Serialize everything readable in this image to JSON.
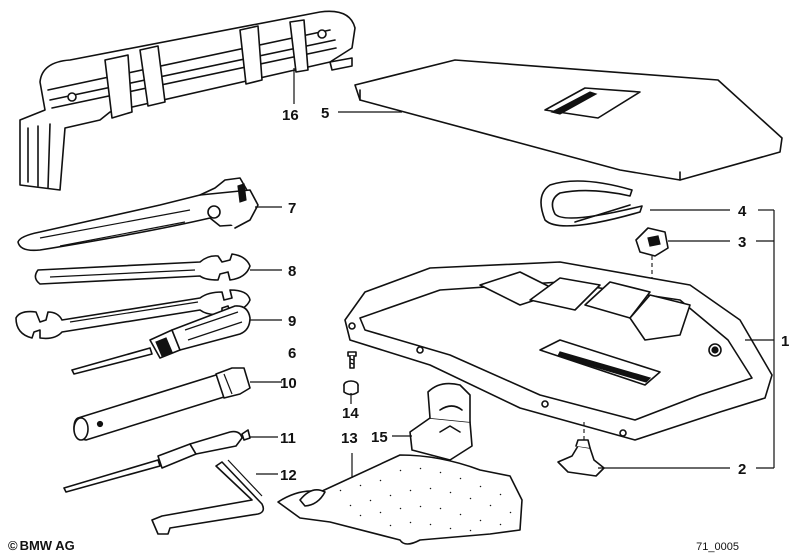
{
  "callouts": {
    "c1": "1",
    "c2": "2",
    "c3": "3",
    "c4": "4",
    "c5": "5",
    "c6": "6",
    "c7": "7",
    "c8": "8",
    "c9": "9",
    "c10": "10",
    "c11": "11",
    "c12": "12",
    "c13": "13",
    "c14": "14",
    "c15": "15",
    "c16": "16"
  },
  "footer": {
    "copyright_symbol": "©",
    "brand": "BMW AG",
    "reference": "71_0005"
  }
}
